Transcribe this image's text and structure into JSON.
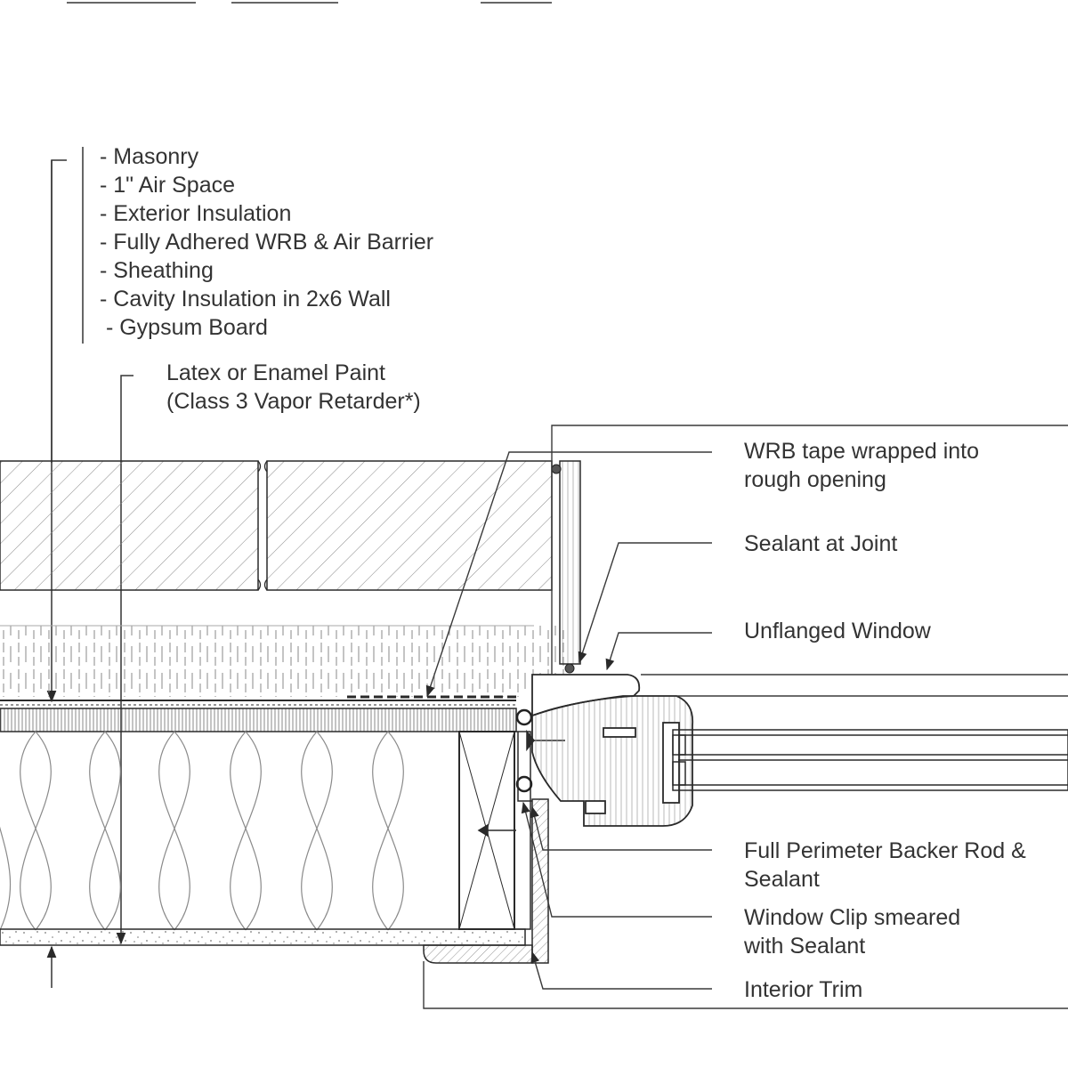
{
  "wall_layers": [
    "- Masonry",
    "- 1\" Air Space",
    "- Exterior Insulation",
    "- Fully Adhered WRB & Air Barrier",
    "- Sheathing",
    "- Cavity Insulation in 2x6 Wall",
    " - Gypsum Board"
  ],
  "paint_note": {
    "line1": "Latex or Enamel Paint",
    "line2": "(Class 3 Vapor Retarder*)"
  },
  "callouts": {
    "wrb_tape": [
      "WRB tape wrapped into",
      "rough opening"
    ],
    "sealant_joint": [
      "Sealant at Joint"
    ],
    "unflanged_window": [
      "Unflanged Window"
    ],
    "backer_rod": [
      "Full Perimeter Backer Rod &",
      "Sealant"
    ],
    "window_clip": [
      "Window Clip smeared",
      "with Sealant"
    ],
    "interior_trim": [
      "Interior Trim"
    ]
  },
  "colors": {
    "line": "#2a2a2a",
    "leader": "#3a3a3a",
    "hatch": "#7a7a7a",
    "background": "#ffffff"
  }
}
